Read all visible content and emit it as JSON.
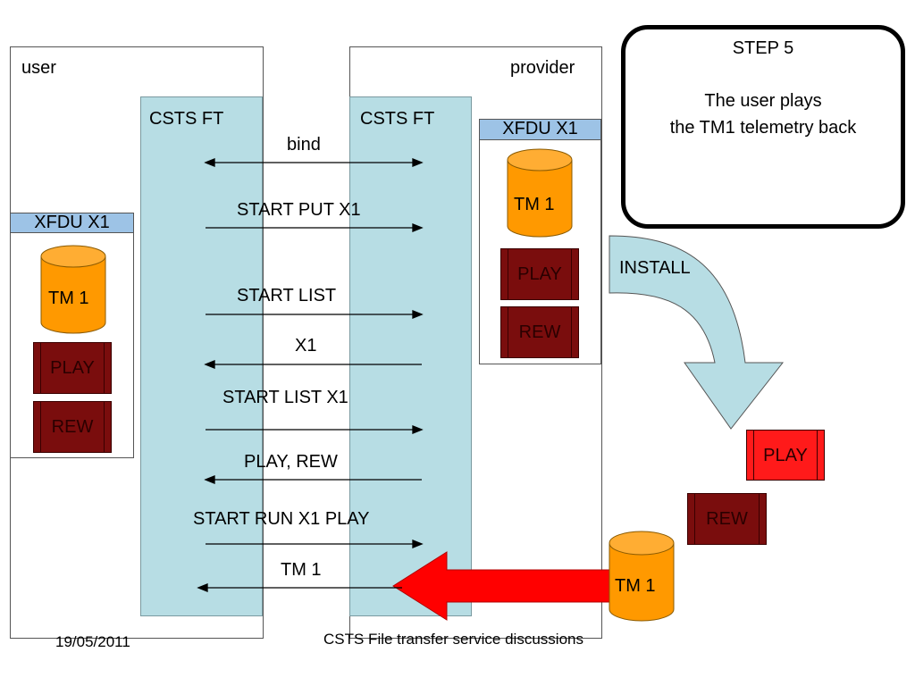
{
  "step": {
    "title": "STEP 5",
    "line1": "The user plays",
    "line2": "the TM1 telemetry back"
  },
  "user": {
    "label": "user",
    "csts_label": "CSTS FT",
    "xfdu": {
      "title": "XFDU X1",
      "tm": "TM 1",
      "play": "PLAY",
      "rew": "REW"
    }
  },
  "provider": {
    "label": "provider",
    "csts_label": "CSTS FT",
    "xfdu": {
      "title": "XFDU X1",
      "tm": "TM 1",
      "play": "PLAY",
      "rew": "REW"
    }
  },
  "install_label": "INSTALL",
  "installed": {
    "play": "PLAY",
    "rew": "REW",
    "tm": "TM 1"
  },
  "messages": [
    {
      "label": "bind",
      "direction": "both"
    },
    {
      "label": "START PUT X1",
      "direction": "right"
    },
    {
      "label": "START LIST",
      "direction": "right"
    },
    {
      "label": "X1",
      "direction": "left"
    },
    {
      "label": "START LIST X1",
      "direction": "right"
    },
    {
      "label": "PLAY, REW",
      "direction": "left"
    },
    {
      "label": "START RUN X1 PLAY",
      "direction": "right"
    },
    {
      "label": "TM 1",
      "direction": "left"
    }
  ],
  "footer": {
    "date": "19/05/2011",
    "title": "CSTS File transfer service discussions"
  },
  "colors": {
    "csts_fill": "#b7dde4",
    "xfdu_title_fill": "#9dc3e6",
    "cylinder_fill": "#ff9900",
    "button_dark": "#7a0d0d",
    "button_red": "#ff1a1a",
    "install_arrow": "#b7dde4",
    "stream_arrow": "#ff0000"
  }
}
